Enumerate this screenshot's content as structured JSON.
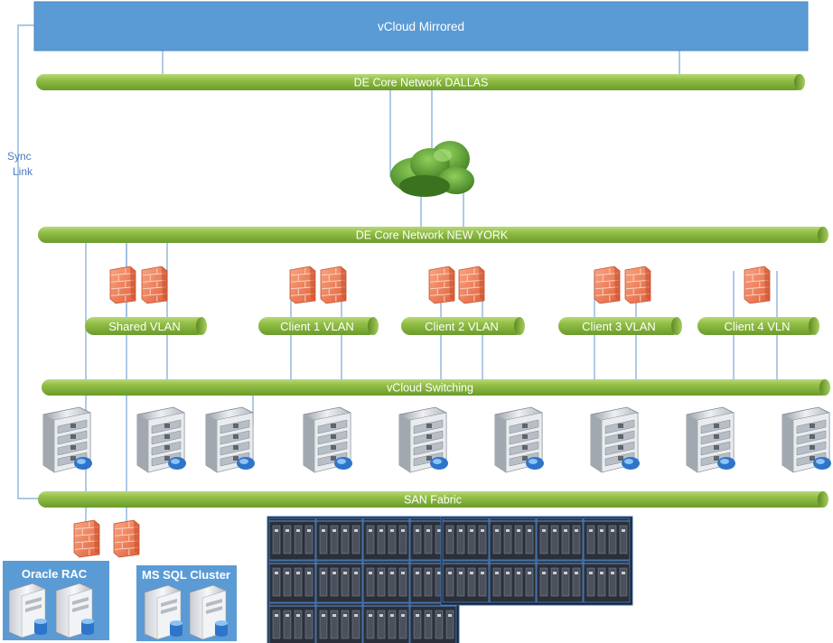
{
  "top_box": {
    "label": "vCloud Mirrored"
  },
  "sync_link": {
    "line1": "Sync",
    "line2": "Link"
  },
  "networks": {
    "dallas": "DE Core Network DALLAS",
    "new_york": "DE Core Network NEW YORK",
    "switching": "vCloud Switching",
    "san": "SAN Fabric"
  },
  "vlans": [
    "Shared VLAN",
    "Client 1 VLAN",
    "Client 2 VLAN",
    "Client 3 VLAN",
    "Client 4 VLN"
  ],
  "clusters": {
    "oracle": "Oracle RAC",
    "mssql": "MS SQL Cluster"
  },
  "icons": {
    "cloud": "cloud-icon",
    "firewall": "firewall-icon",
    "blade_server": "blade-server-icon",
    "storage_array": "storage-array-icon",
    "db_server": "database-server-icon"
  },
  "colors": {
    "top_box": "#5b9bd5",
    "pipe": "#92c046",
    "pipe_dark": "#5e8a22",
    "connector": "#7aa7d6",
    "firewall": "#f07a52",
    "cloud": "#6bab3c"
  }
}
